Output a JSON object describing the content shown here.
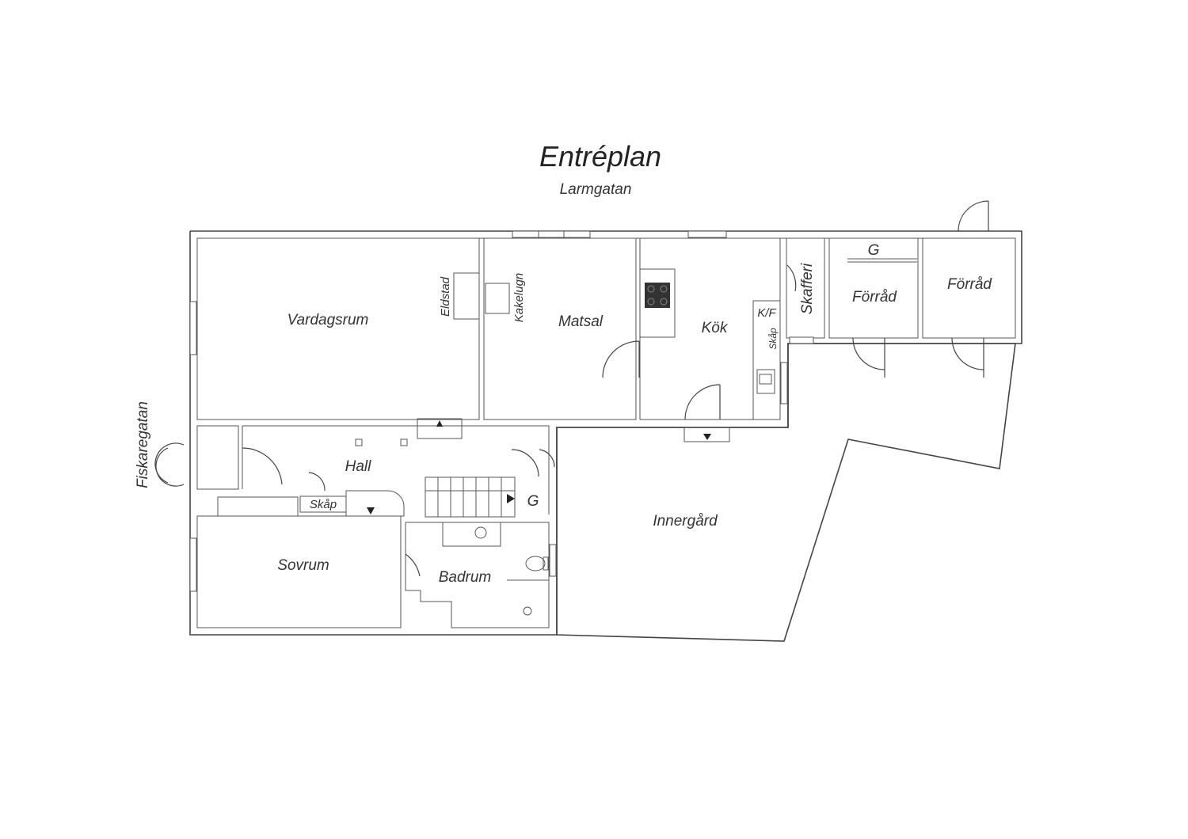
{
  "title": "Entréplan",
  "streets": {
    "north": "Larmgatan",
    "west": "Fiskaregatan"
  },
  "rooms": {
    "vardagsrum": "Vardagsrum",
    "matsal": "Matsal",
    "kok": "Kök",
    "skafferi": "Skafferi",
    "forrad_1": "Förråd",
    "forrad_2": "Förråd",
    "hall": "Hall",
    "sovrum": "Sovrum",
    "badrum": "Badrum",
    "innergard": "Innergård"
  },
  "fixtures": {
    "eldstad": "Eldstad",
    "kakelugn": "Kakelugn",
    "kf": "K/F",
    "skap_kitchen": "Skåp",
    "skap_hall": "Skåp",
    "g_stairs": "G",
    "g_storage": "G"
  },
  "colors": {
    "line": "#444444",
    "text": "#333333",
    "appliance": "#333333"
  }
}
